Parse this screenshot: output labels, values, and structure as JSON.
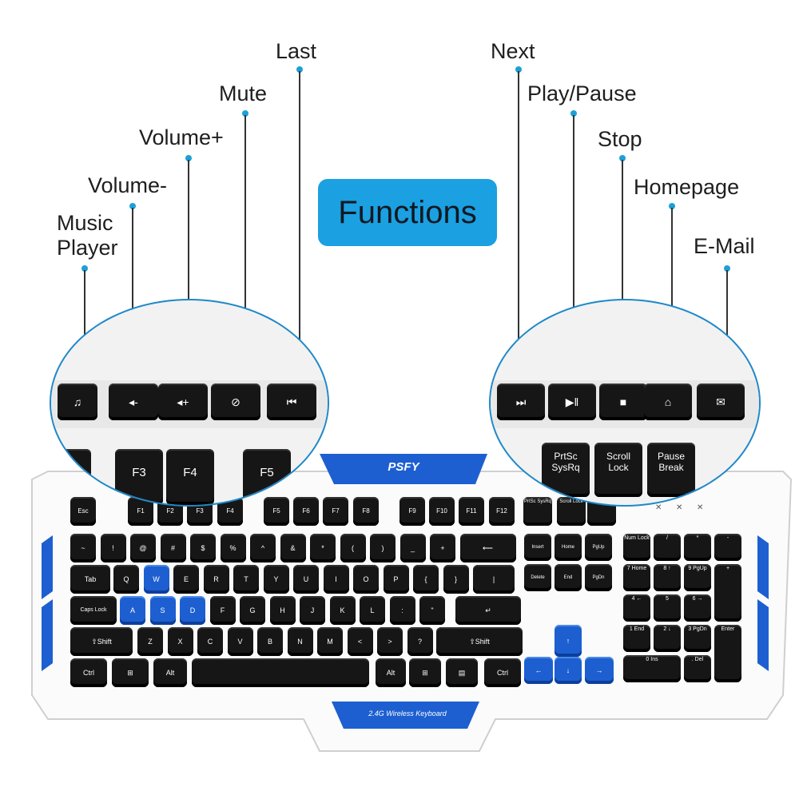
{
  "heading": "Functions",
  "callouts_left": [
    {
      "label": "Music\nPlayer",
      "icon": "music-note-icon"
    },
    {
      "label": "Volume-",
      "icon": "volume-down-icon"
    },
    {
      "label": "Volume+",
      "icon": "volume-up-icon"
    },
    {
      "label": "Mute",
      "icon": "mute-icon"
    },
    {
      "label": "Last",
      "icon": "previous-track-icon"
    }
  ],
  "callouts_right": [
    {
      "label": "Next",
      "icon": "next-track-icon"
    },
    {
      "label": "Play/Pause",
      "icon": "play-pause-icon"
    },
    {
      "label": "Stop",
      "icon": "stop-icon"
    },
    {
      "label": "Homepage",
      "icon": "home-icon"
    },
    {
      "label": "E-Mail",
      "icon": "mail-icon"
    }
  ],
  "zoom_left_keys": [
    "F3",
    "F4",
    "F5"
  ],
  "zoom_right_keys": [
    [
      "PrtSc",
      "SysRq"
    ],
    [
      "Scroll",
      "Lock"
    ],
    [
      "Pause",
      "Break"
    ]
  ],
  "keyboard": {
    "brand": "PSFY",
    "bottom_badge": "2.4G Wireless Keyboard",
    "fn_row": [
      "Esc",
      "F1",
      "F2",
      "F3",
      "F4",
      "F5",
      "F6",
      "F7",
      "F8",
      "F9",
      "F10",
      "F11",
      "F12",
      "PrtSc SysRq",
      "Scroll Lock",
      "Pause Break"
    ],
    "num_row": [
      "~",
      "!",
      "@",
      "#",
      "$",
      "%",
      "^",
      "&",
      "*",
      "(",
      ")",
      "_",
      "+",
      "⟵"
    ],
    "qwerty_row": [
      "Tab",
      "Q",
      "W",
      "E",
      "R",
      "T",
      "Y",
      "U",
      "I",
      "O",
      "P",
      "{",
      "}",
      "|"
    ],
    "home_row": [
      "Caps Lock",
      "A",
      "S",
      "D",
      "F",
      "G",
      "H",
      "J",
      "K",
      "L",
      ":",
      "\"",
      "↵"
    ],
    "shift_row": [
      "⇧Shift",
      "Z",
      "X",
      "C",
      "V",
      "B",
      "N",
      "M",
      "<",
      ">",
      "?",
      "⇧Shift"
    ],
    "bottom_row": [
      "Ctrl",
      "⊞",
      "Alt",
      "",
      "Alt",
      "⊞",
      "▤",
      "Ctrl"
    ],
    "nav_keys": [
      "Insert",
      "Home",
      "PgUp",
      "Delete",
      "End",
      "PgDn"
    ],
    "arrows": [
      "↑",
      "←",
      "↓",
      "→"
    ],
    "numpad": [
      "Num Lock",
      "/",
      "*",
      "-",
      "7 Home",
      "8 ↑",
      "9 PgUp",
      "+",
      "4 ←",
      "5",
      "6 →",
      "1 End",
      "2 ↓",
      "3 PgDn",
      "Enter",
      "0 Ins",
      ". Del"
    ],
    "colors": {
      "body": "#fafafa",
      "key": "#161616",
      "accent": "#1d5fd0",
      "callout_dot": "#1ba0d8",
      "heading_bg": "#1ba0e1"
    }
  }
}
